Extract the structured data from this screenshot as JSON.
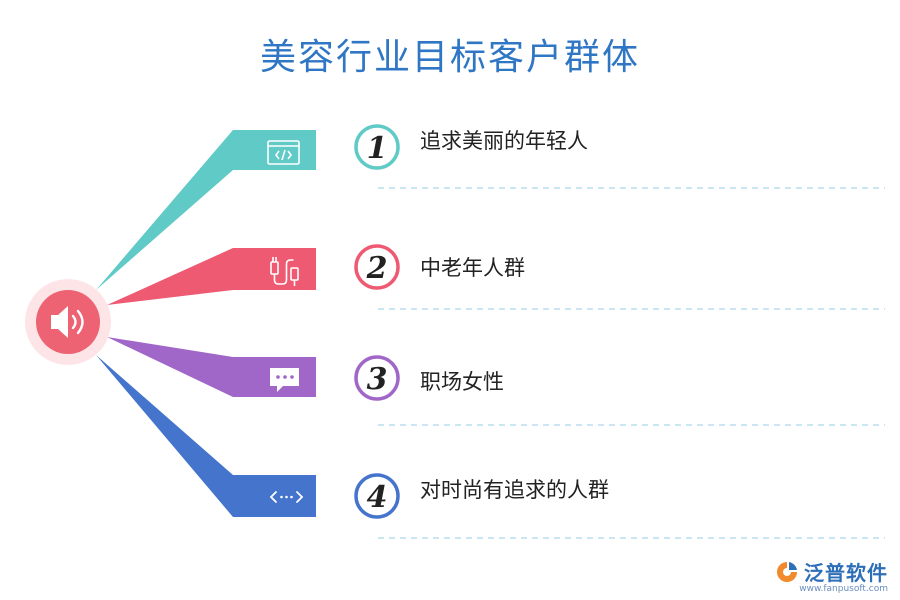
{
  "title": "美容行业目标客户群体",
  "center_icon": "speaker-icon",
  "items": [
    {
      "number": "1",
      "label": "追求美丽的年轻人",
      "color": "#5fcac6",
      "icon": "code-window-icon"
    },
    {
      "number": "2",
      "label": "中老年人群",
      "color": "#ee5a72",
      "icon": "cable-plug-icon"
    },
    {
      "number": "3",
      "label": "职场女性",
      "color": "#a066c8",
      "icon": "chat-bubble-icon"
    },
    {
      "number": "4",
      "label": "对时尚有追求的人群",
      "color": "#4474cc",
      "icon": "code-arrows-icon"
    }
  ],
  "center_color": "#ee6373",
  "divider_color": "#a9d7ea",
  "logo": {
    "name": "泛普软件",
    "url": "www.fanpusoft.com",
    "icon": "fanpu-logo-icon"
  }
}
